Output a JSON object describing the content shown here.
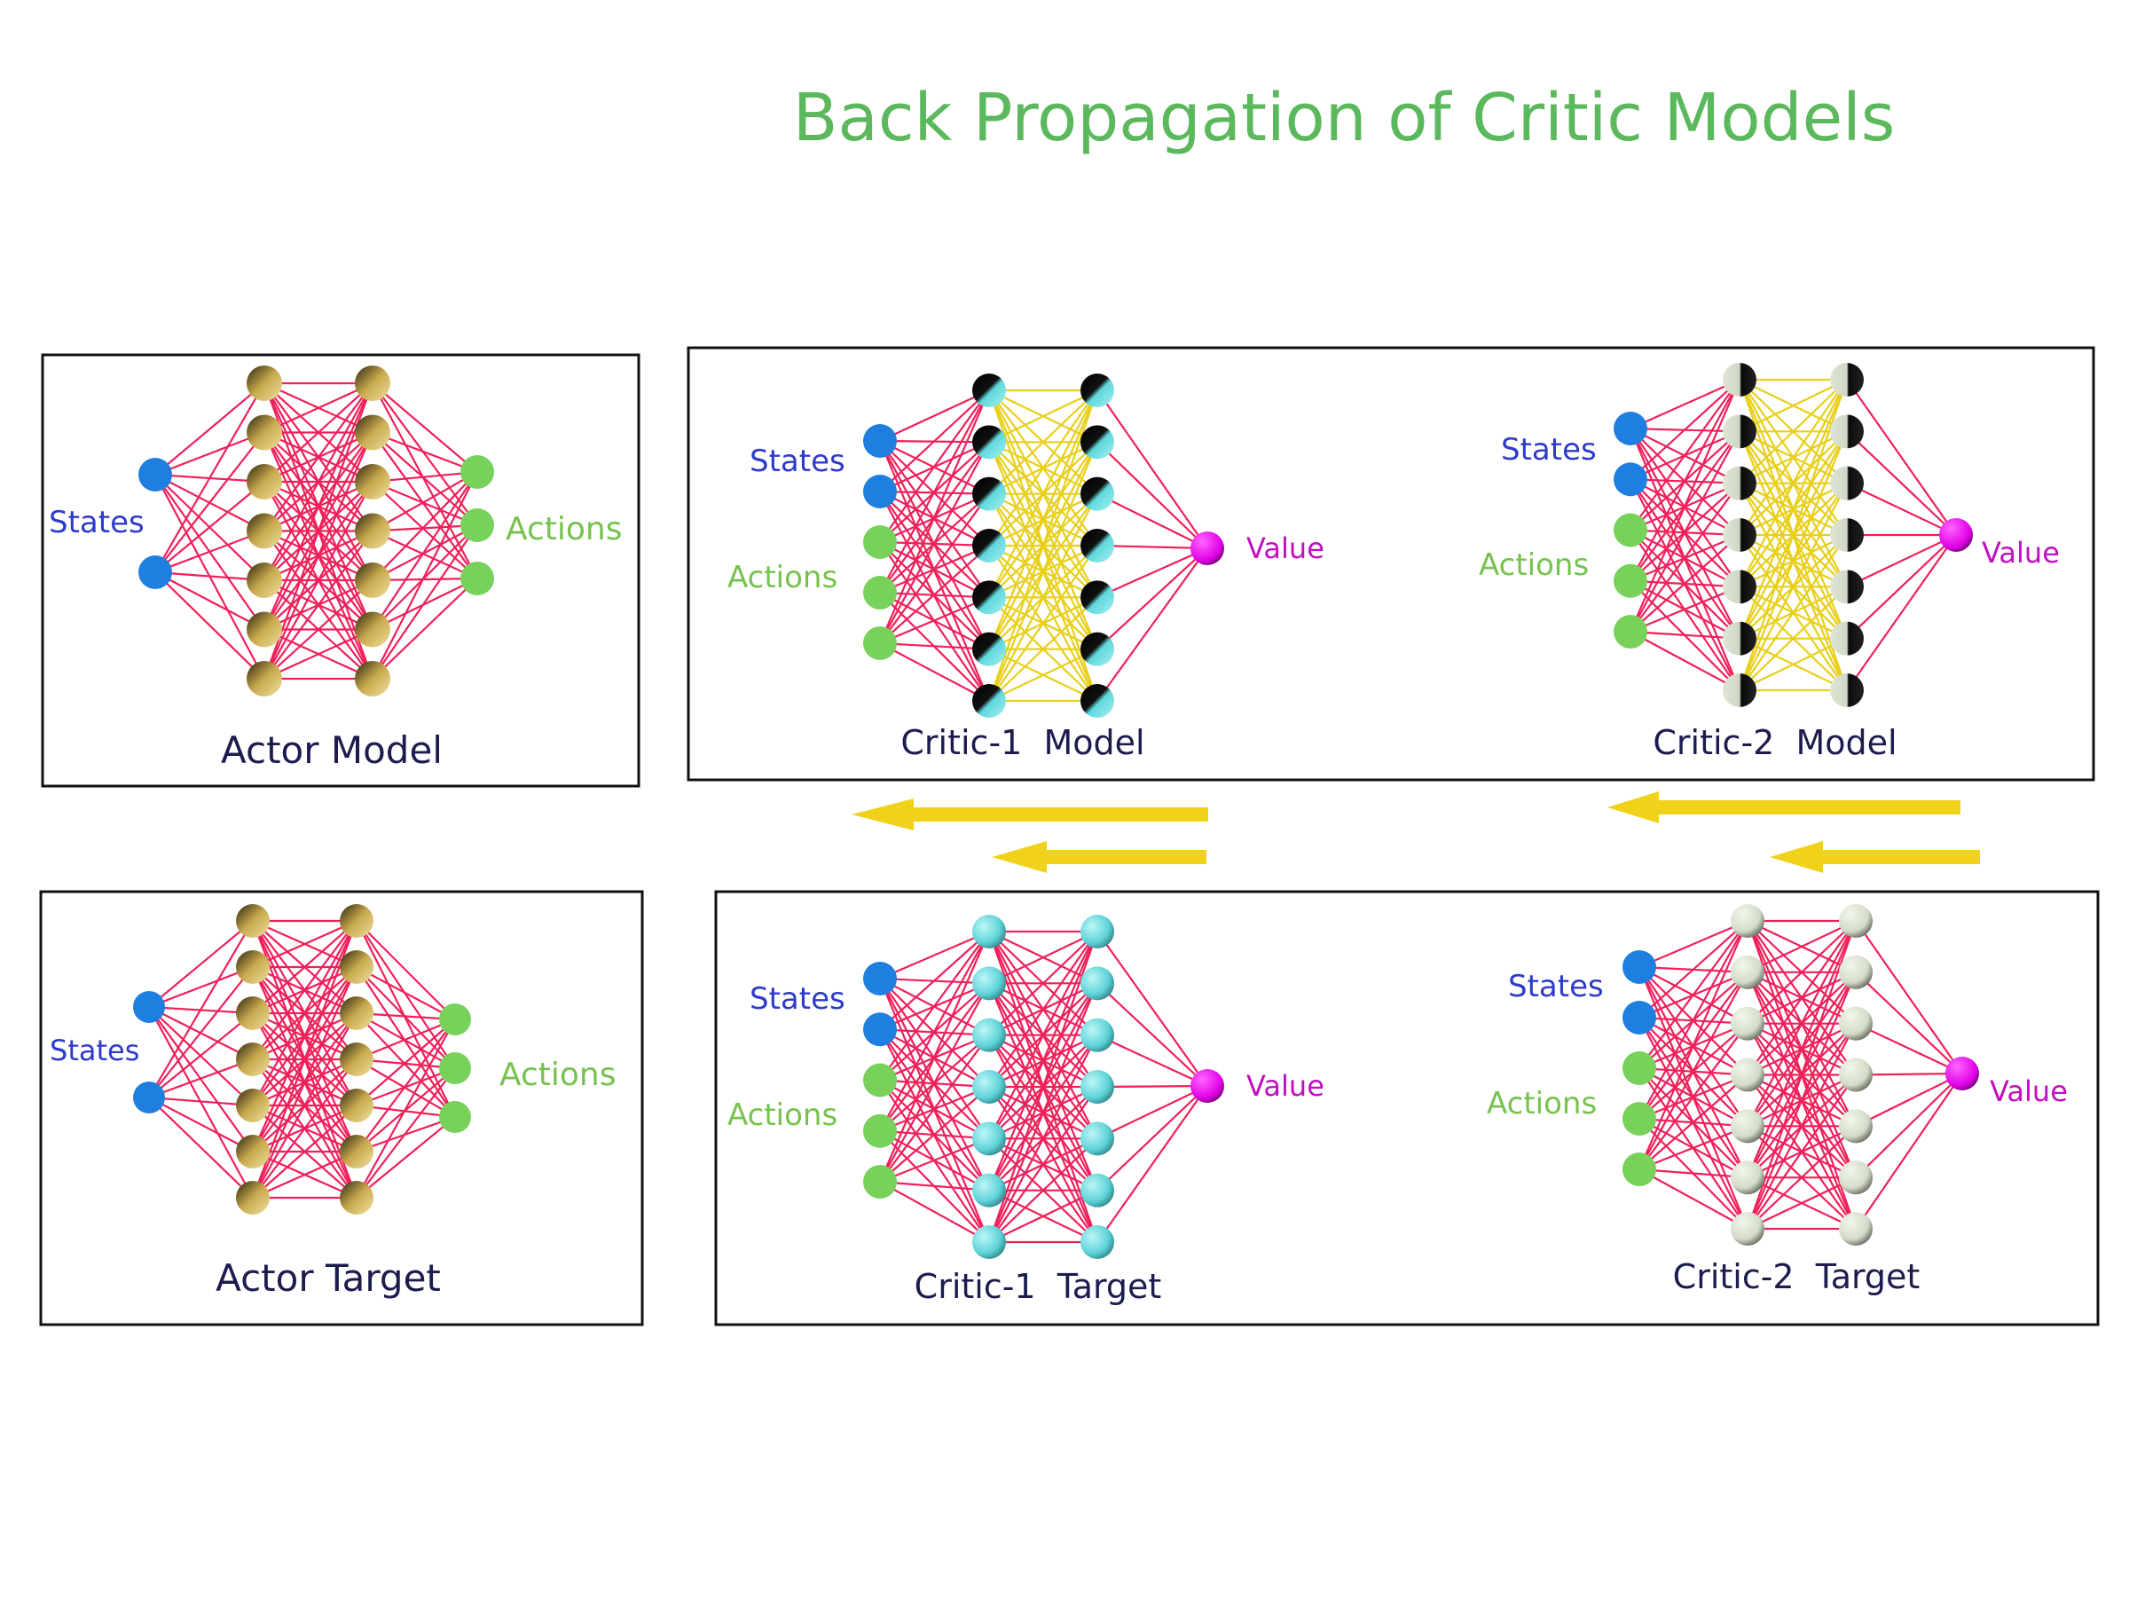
{
  "title": "Back Propagation of Critic Models",
  "colors": {
    "title": "#5cb85c",
    "states": "#2e3bc9",
    "actions": "#77c24f",
    "value": "#c010c0",
    "panel_label": "#1c1c4e",
    "state_node": "#1f7fe0",
    "action_node": "#77d15a",
    "value_node": "#e000e6",
    "edge": "#f0205a",
    "edge_yellow": "#e8cf1a",
    "arrow": "#f0d21a",
    "box": "#111111"
  },
  "networks": [
    {
      "id": "actor-model",
      "label": "Actor Model",
      "theme": "gold",
      "hidden_style": "pink",
      "input_label": "States",
      "output_label": "Actions",
      "inputs": 2,
      "hidden": [
        7,
        7
      ],
      "outputs": 3,
      "output_kind": "action"
    },
    {
      "id": "actor-target",
      "label": "Actor Target",
      "theme": "gold",
      "hidden_style": "pink",
      "input_label": "States",
      "output_label": "Actions",
      "inputs": 2,
      "hidden": [
        7,
        7
      ],
      "outputs": 3,
      "output_kind": "action"
    },
    {
      "id": "critic-1-model",
      "label": "Critic-1  Model",
      "theme": "cyanblack",
      "hidden_style": "yellow",
      "input_label": "States",
      "input_label2": "Actions",
      "output_label": "Value",
      "inputs": 2,
      "inputs2": 3,
      "hidden": [
        7,
        7
      ],
      "outputs": 1,
      "output_kind": "value"
    },
    {
      "id": "critic-2-model",
      "label": "Critic-2  Model",
      "theme": "whiteblack",
      "hidden_style": "yellow",
      "input_label": "States",
      "input_label2": "Actions",
      "output_label": "Value",
      "inputs": 2,
      "inputs2": 3,
      "hidden": [
        7,
        7
      ],
      "outputs": 1,
      "output_kind": "value"
    },
    {
      "id": "critic-1-target",
      "label": "Critic-1  Target",
      "theme": "cyan",
      "hidden_style": "pink",
      "input_label": "States",
      "input_label2": "Actions",
      "output_label": "Value",
      "inputs": 2,
      "inputs2": 3,
      "hidden": [
        7,
        7
      ],
      "outputs": 1,
      "output_kind": "value"
    },
    {
      "id": "critic-2-target",
      "label": "Critic-2  Target",
      "theme": "white",
      "hidden_style": "pink",
      "input_label": "States",
      "input_label2": "Actions",
      "output_label": "Value",
      "inputs": 2,
      "inputs2": 3,
      "hidden": [
        7,
        7
      ],
      "outputs": 1,
      "output_kind": "value"
    }
  ]
}
